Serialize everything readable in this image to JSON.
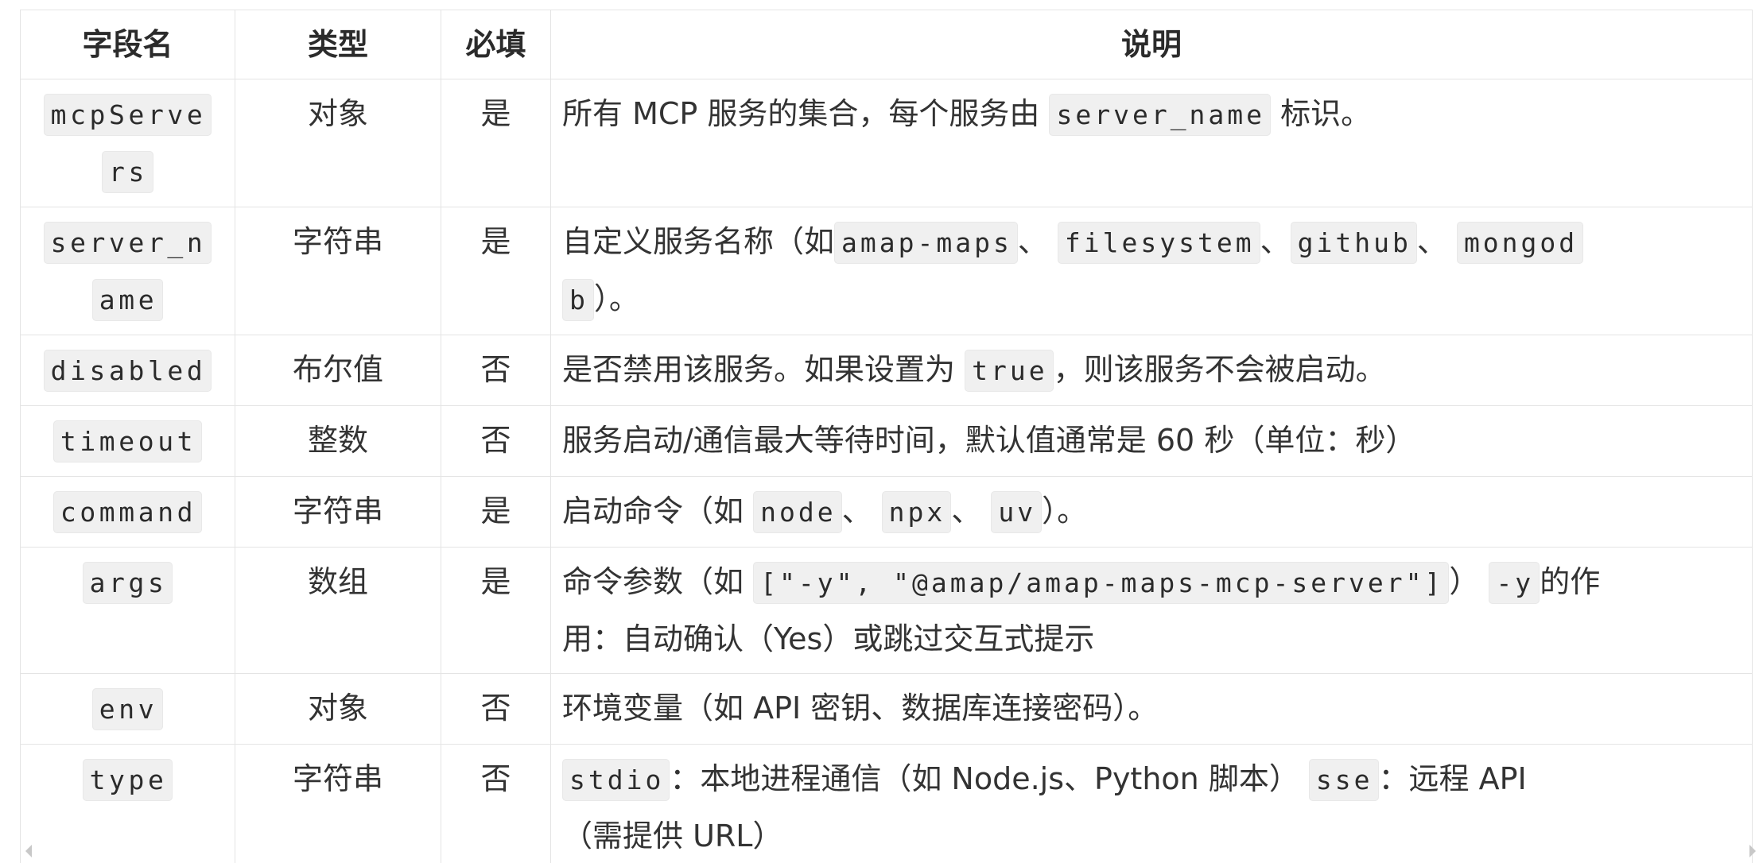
{
  "table": {
    "headers": [
      "字段名",
      "类型",
      "必填",
      "说明"
    ],
    "rows": [
      {
        "field_lines": [
          "mcpServe",
          "rs"
        ],
        "type": "对象",
        "required": "是",
        "desc": [
          {
            "t": "text",
            "v": "所有 MCP 服务的集合，每个服务由 "
          },
          {
            "t": "code",
            "v": "server_name"
          },
          {
            "t": "text",
            "v": " 标识。"
          }
        ],
        "size": "h1"
      },
      {
        "field_lines": [
          "server_n",
          "ame"
        ],
        "type": "字符串",
        "required": "是",
        "desc": [
          {
            "t": "text",
            "v": "自定义服务名称（如"
          },
          {
            "t": "code",
            "v": "amap-maps"
          },
          {
            "t": "text",
            "v": "、 "
          },
          {
            "t": "code",
            "v": "filesystem"
          },
          {
            "t": "text",
            "v": "、"
          },
          {
            "t": "code",
            "v": "github"
          },
          {
            "t": "text",
            "v": "、 "
          },
          {
            "t": "code",
            "v": "mongod"
          },
          {
            "t": "br"
          },
          {
            "t": "code",
            "v": "b"
          },
          {
            "t": "text",
            "v": "）。"
          }
        ],
        "size": "h1"
      },
      {
        "field_lines": [
          "disabled"
        ],
        "type": "布尔值",
        "required": "否",
        "desc": [
          {
            "t": "text",
            "v": "是否禁用该服务。如果设置为 "
          },
          {
            "t": "code",
            "v": "true"
          },
          {
            "t": "text",
            "v": "，则该服务不会被启动。"
          }
        ],
        "size": "h2"
      },
      {
        "field_lines": [
          "timeout"
        ],
        "type": "整数",
        "required": "否",
        "desc": [
          {
            "t": "text",
            "v": "服务启动/通信最大等待时间，默认值通常是 60 秒（单位：秒）"
          }
        ],
        "size": "h2"
      },
      {
        "field_lines": [
          "command"
        ],
        "type": "字符串",
        "required": "是",
        "desc": [
          {
            "t": "text",
            "v": "启动命令（如 "
          },
          {
            "t": "code",
            "v": "node"
          },
          {
            "t": "text",
            "v": "、 "
          },
          {
            "t": "code",
            "v": "npx"
          },
          {
            "t": "text",
            "v": "、 "
          },
          {
            "t": "code",
            "v": "uv"
          },
          {
            "t": "text",
            "v": "）。"
          }
        ],
        "size": "h2"
      },
      {
        "field_lines": [
          "args"
        ],
        "type": "数组",
        "required": "是",
        "desc": [
          {
            "t": "text",
            "v": "命令参数（如 "
          },
          {
            "t": "code",
            "v": "[\"-y\", \"@amap/amap-maps-mcp-server\"]"
          },
          {
            "t": "text",
            "v": "） "
          },
          {
            "t": "code",
            "v": "-y"
          },
          {
            "t": "text",
            "v": "的作"
          },
          {
            "t": "br"
          },
          {
            "t": "text",
            "v": "用：自动确认（Yes）或跳过交互式提示"
          }
        ],
        "size": "h3"
      },
      {
        "field_lines": [
          "env"
        ],
        "type": "对象",
        "required": "否",
        "desc": [
          {
            "t": "text",
            "v": "环境变量（如 API 密钥、数据库连接密码）。"
          }
        ],
        "size": "h2"
      },
      {
        "field_lines": [
          "type"
        ],
        "type": "字符串",
        "required": "否",
        "desc": [
          {
            "t": "code",
            "v": "stdio"
          },
          {
            "t": "text",
            "v": "：本地进程通信（如 Node.js、Python 脚本） "
          },
          {
            "t": "code",
            "v": "sse"
          },
          {
            "t": "text",
            "v": "：远程 API"
          },
          {
            "t": "br"
          },
          {
            "t": "text",
            "v": "（需提供 URL）"
          }
        ],
        "size": "h3"
      }
    ]
  },
  "scrollbar": {
    "left_icon": "scroll-left-arrow-icon",
    "right_icon": "scroll-right-arrow-icon"
  }
}
